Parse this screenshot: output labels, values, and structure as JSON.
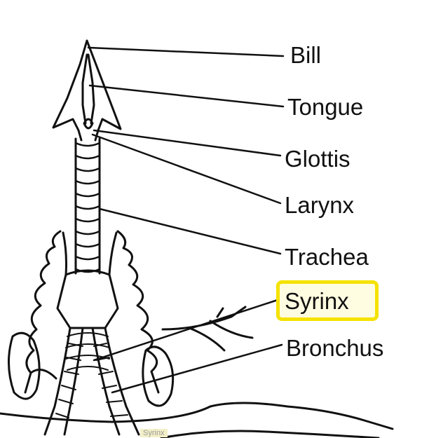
{
  "labels": {
    "bill": "Bill",
    "tongue": "Tongue",
    "glottis": "Glottis",
    "larynx": "Larynx",
    "trachea": "Trachea",
    "syrinx": "Syrinx",
    "bronchus": "Bronchus"
  },
  "footer": {
    "caption": "Syrinx"
  },
  "colors": {
    "highlight": "#f5e200",
    "ink": "#111111"
  },
  "highlighted_label": "syrinx"
}
